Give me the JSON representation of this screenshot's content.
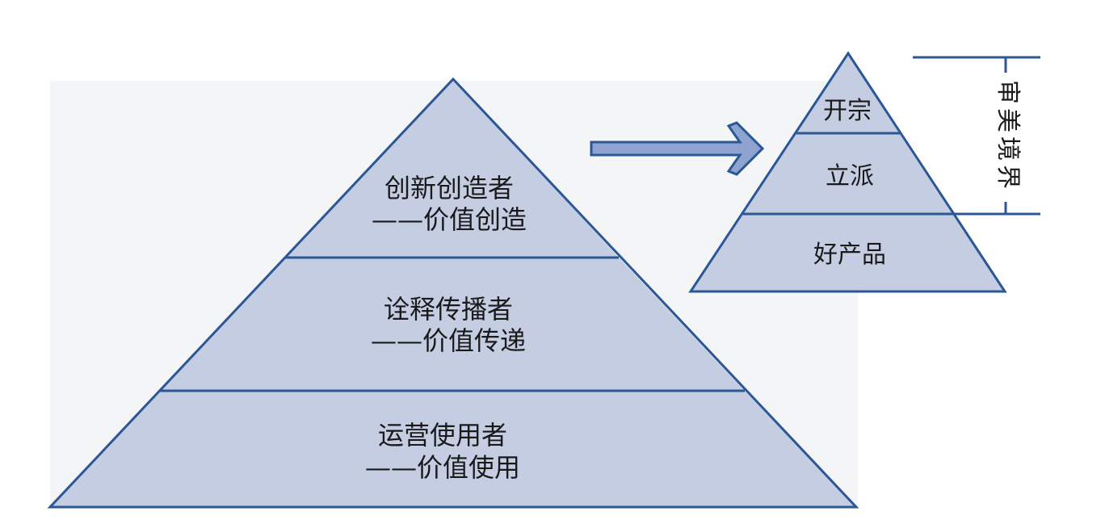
{
  "large_pyramid": {
    "tiers": [
      {
        "role": "创新创造者",
        "value": "——价值创造"
      },
      {
        "role": "诠释传播者",
        "value": "——价值传递"
      },
      {
        "role": "运营使用者",
        "value": "——价值使用"
      }
    ]
  },
  "small_pyramid": {
    "tiers": [
      "开宗",
      "立派",
      "好产品"
    ]
  },
  "bracket_label": [
    "审",
    "美",
    "境",
    "界"
  ],
  "colors": {
    "fill": "#c5cde3",
    "stroke": "#2b5796",
    "arrow_fill": "#8ea3cf",
    "text": "#1a1a1a"
  }
}
